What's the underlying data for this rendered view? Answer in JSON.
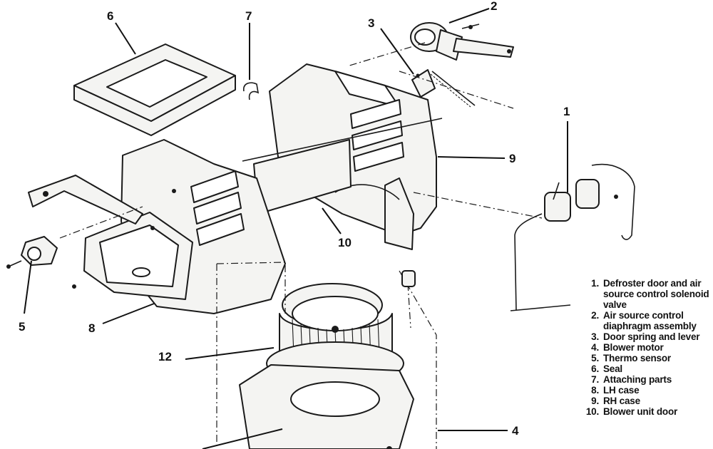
{
  "callouts": {
    "c1": "1",
    "c2": "2",
    "c3": "3",
    "c4": "4",
    "c5": "5",
    "c6": "6",
    "c7": "7",
    "c8": "8",
    "c9": "9",
    "c10": "10",
    "c12": "12"
  },
  "legend": [
    {
      "num": "1.",
      "text": "Defroster door and air source control solenoid valve"
    },
    {
      "num": "2.",
      "text": "Air source control diaphragm assembly"
    },
    {
      "num": "3.",
      "text": "Door spring and lever"
    },
    {
      "num": "4.",
      "text": "Blower motor"
    },
    {
      "num": "5.",
      "text": "Thermo sensor"
    },
    {
      "num": "6.",
      "text": "Seal"
    },
    {
      "num": "7.",
      "text": "Attaching parts"
    },
    {
      "num": "8.",
      "text": "LH case"
    },
    {
      "num": "9.",
      "text": "RH case"
    },
    {
      "num": "10.",
      "text": "Blower unit door"
    }
  ]
}
